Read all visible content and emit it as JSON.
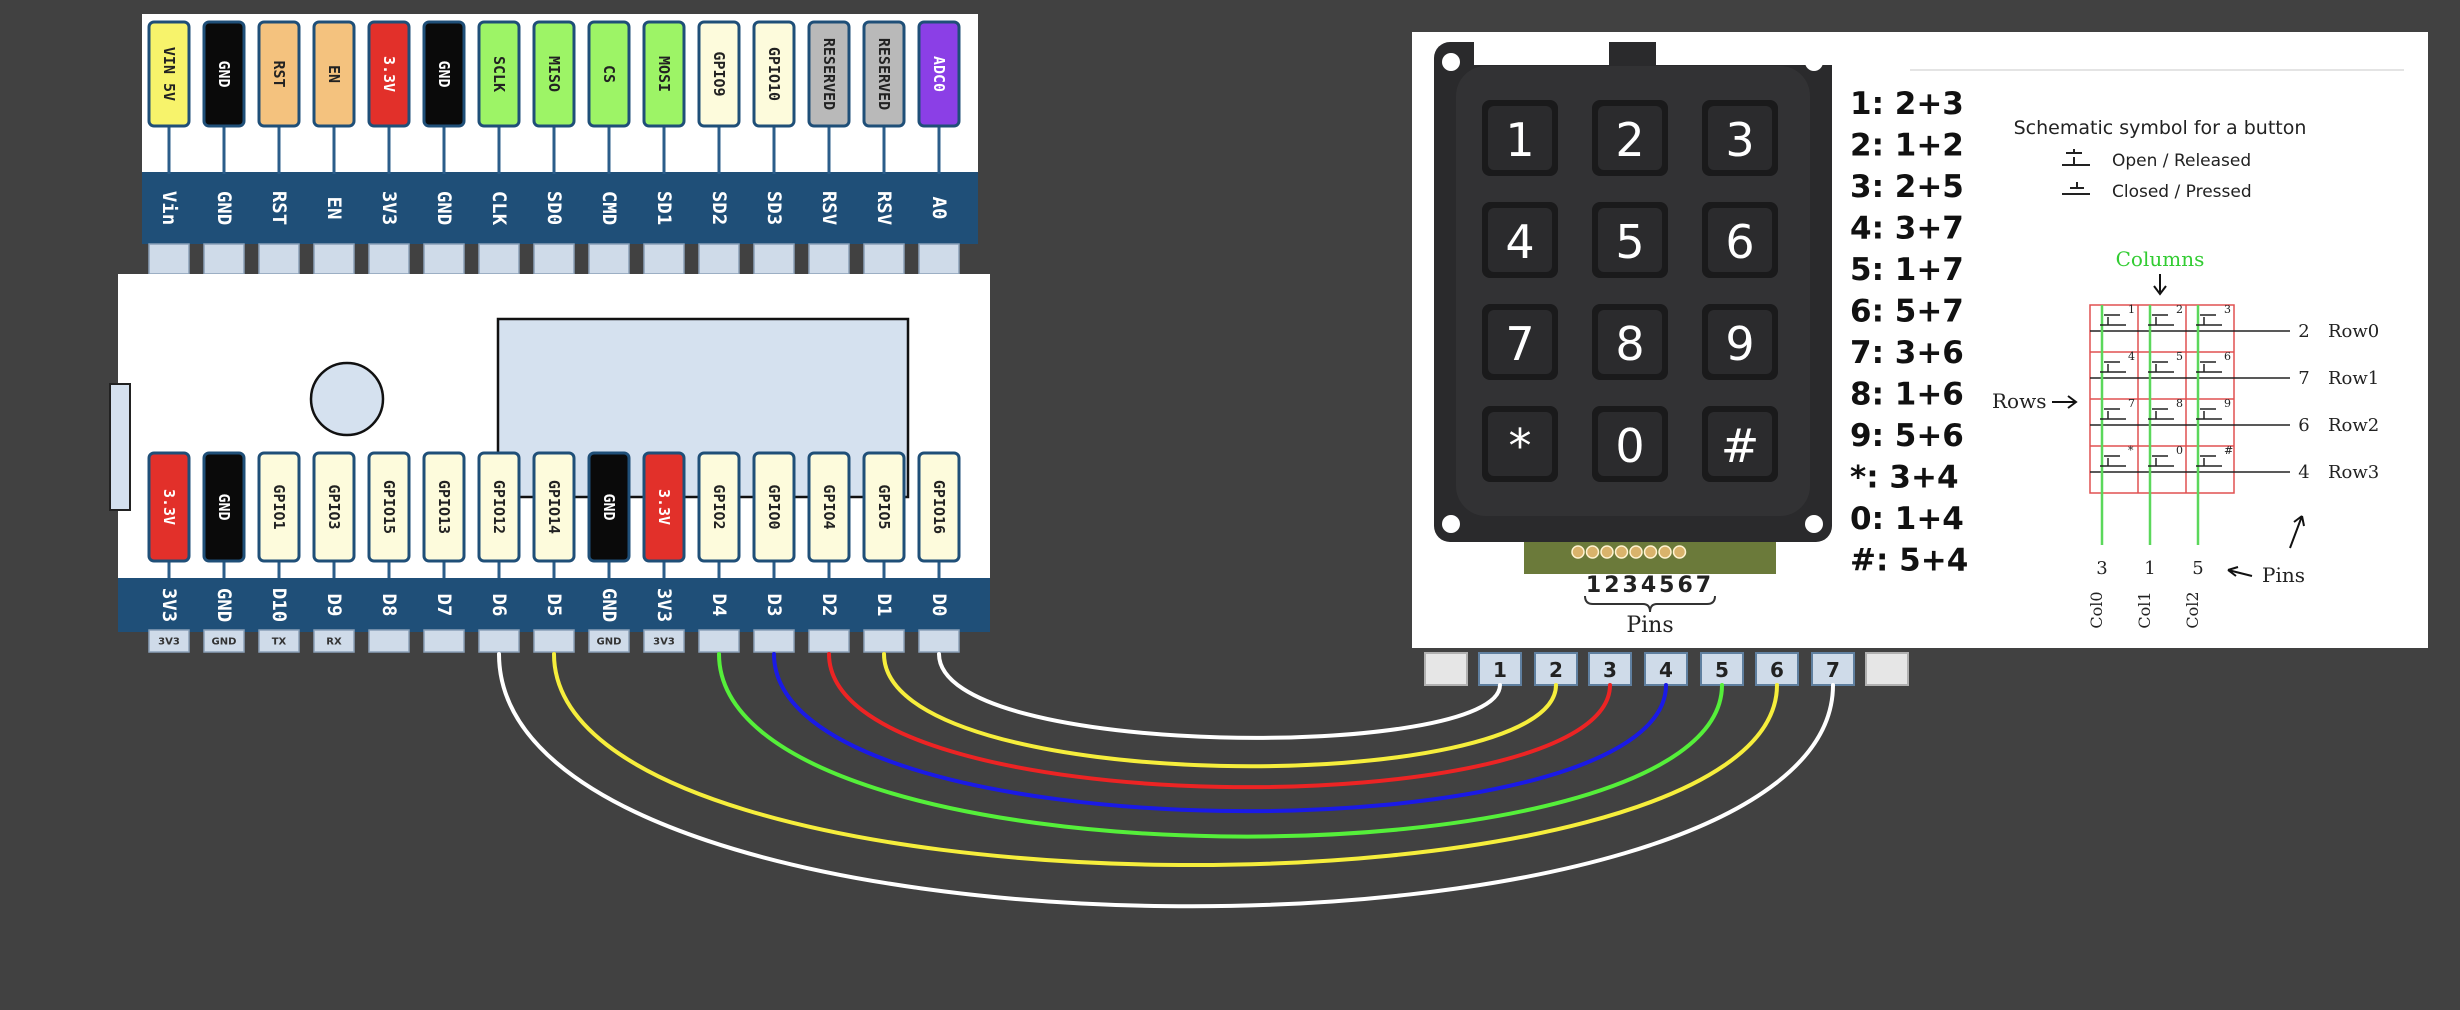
{
  "top_header": {
    "chips": [
      {
        "text": "VIN 5V",
        "color": "#f7f36b"
      },
      {
        "text": "GND",
        "color": "#0a0a0a"
      },
      {
        "text": "RST",
        "color": "#f4c27e"
      },
      {
        "text": "EN",
        "color": "#f4c27e"
      },
      {
        "text": "3.3V",
        "color": "#e2302a"
      },
      {
        "text": "GND",
        "color": "#0a0a0a"
      },
      {
        "text": "SCLK",
        "color": "#9df466"
      },
      {
        "text": "MISO",
        "color": "#9df466"
      },
      {
        "text": "CS",
        "color": "#9df466"
      },
      {
        "text": "MOSI",
        "color": "#9df466"
      },
      {
        "text": "GPIO9",
        "color": "#fdfbdc"
      },
      {
        "text": "GPIO10",
        "color": "#fdfbdc"
      },
      {
        "text": "RESERVED",
        "color": "#b9b9b9"
      },
      {
        "text": "RESERVED",
        "color": "#b9b9b9"
      },
      {
        "text": "ADC0",
        "color": "#8b3fe6"
      }
    ],
    "pins": [
      "Vin",
      "GND",
      "RST",
      "EN",
      "3V3",
      "GND",
      "CLK",
      "SD0",
      "CMD",
      "SD1",
      "SD2",
      "SD3",
      "RSV",
      "RSV",
      "A0"
    ]
  },
  "bottom_header": {
    "chips": [
      {
        "text": "3.3V",
        "color": "#e2302a"
      },
      {
        "text": "GND",
        "color": "#0a0a0a"
      },
      {
        "text": "GPIO1",
        "color": "#fdfbdc"
      },
      {
        "text": "GPIO3",
        "color": "#fdfbdc"
      },
      {
        "text": "GPIO15",
        "color": "#fdfbdc"
      },
      {
        "text": "GPIO13",
        "color": "#fdfbdc"
      },
      {
        "text": "GPIO12",
        "color": "#fdfbdc"
      },
      {
        "text": "GPIO14",
        "color": "#fdfbdc"
      },
      {
        "text": "GND",
        "color": "#0a0a0a"
      },
      {
        "text": "3.3V",
        "color": "#e2302a"
      },
      {
        "text": "GPIO2",
        "color": "#fdfbdc"
      },
      {
        "text": "GPIO0",
        "color": "#fdfbdc"
      },
      {
        "text": "GPIO4",
        "color": "#fdfbdc"
      },
      {
        "text": "GPIO5",
        "color": "#fdfbdc"
      },
      {
        "text": "GPIO16",
        "color": "#fdfbdc"
      }
    ],
    "pins": [
      "3V3",
      "GND",
      "D10",
      "D9",
      "D8",
      "D7",
      "D6",
      "D5",
      "GND",
      "3V3",
      "D4",
      "D3",
      "D2",
      "D1",
      "D0"
    ],
    "socket_labels": [
      "3V3",
      "GND",
      "TX",
      "RX",
      "",
      "",
      "",
      "",
      "GND",
      "3V3",
      "",
      "",
      "",
      "",
      ""
    ]
  },
  "keypad": {
    "keys": [
      "1",
      "2",
      "3",
      "4",
      "5",
      "6",
      "7",
      "8",
      "9",
      "*",
      "0",
      "#"
    ],
    "pin_numbers": "1234567",
    "pins_caption": "Pins",
    "combos": [
      "1: 2+3",
      "2: 1+2",
      "3: 2+5",
      "4: 3+7",
      "5: 1+7",
      "6: 5+7",
      "7: 3+6",
      "8: 1+6",
      "9: 5+6",
      "*: 3+4",
      "0: 1+4",
      "#: 5+4"
    ],
    "schematic": {
      "title": "Schematic symbol for a button",
      "open_label": "Open / Released",
      "closed_label": "Closed / Pressed",
      "columns_label": "Columns",
      "rows_label": "Rows",
      "pins_label": "Pins",
      "grid_keys": [
        "1",
        "2",
        "3",
        "4",
        "5",
        "6",
        "7",
        "8",
        "9",
        "*",
        "0",
        "#"
      ],
      "row_pins": [
        "2",
        "7",
        "6",
        "4"
      ],
      "row_names": [
        "Row0",
        "Row1",
        "Row2",
        "Row3"
      ],
      "col_pins": [
        "3",
        "1",
        "5"
      ],
      "col_names": [
        "Col0",
        "Col1",
        "Col2"
      ]
    },
    "connector_pins": [
      "",
      "1",
      "2",
      "3",
      "4",
      "5",
      "6",
      "7",
      ""
    ]
  },
  "wires": [
    {
      "from": "D6",
      "to": "7",
      "color": "#ffffff"
    },
    {
      "from": "D5",
      "to": "6",
      "color": "#f6ee3c"
    },
    {
      "from": "D4",
      "to": "5",
      "color": "#55ef3a"
    },
    {
      "from": "D3",
      "to": "4",
      "color": "#1a1ae6"
    },
    {
      "from": "D2",
      "to": "3",
      "color": "#ec2424"
    },
    {
      "from": "D1",
      "to": "2",
      "color": "#f6ee3c"
    },
    {
      "from": "D0",
      "to": "1",
      "color": "#ffffff"
    }
  ]
}
